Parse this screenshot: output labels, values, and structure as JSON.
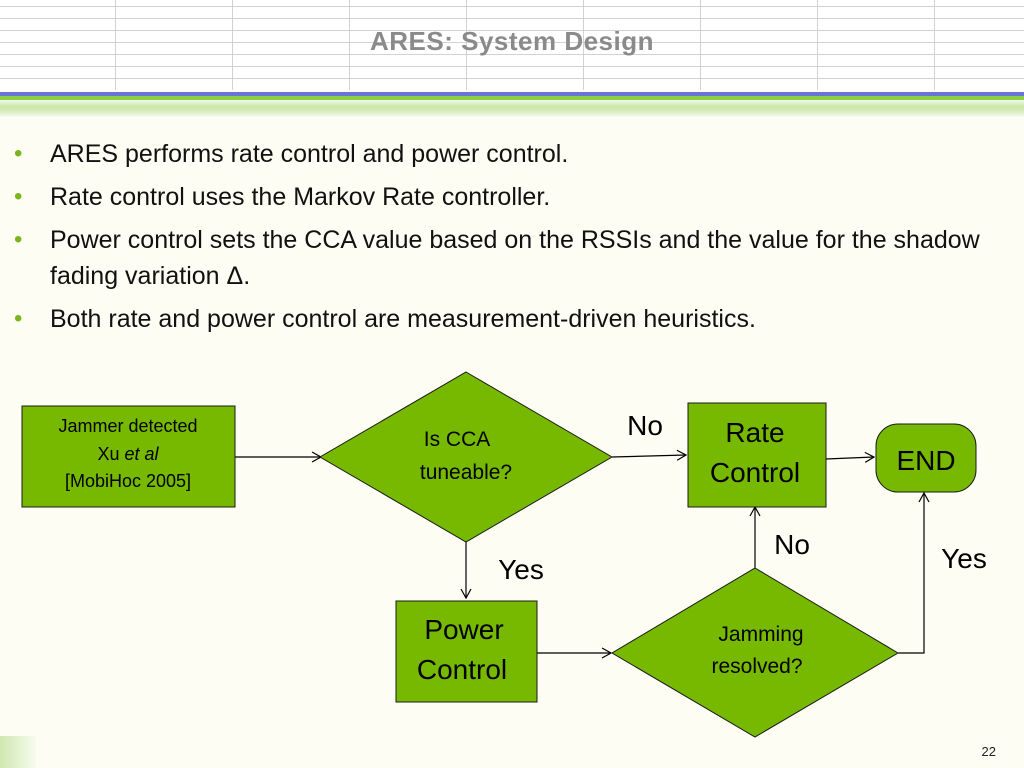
{
  "title": "ARES: System Design",
  "bullets": [
    "ARES performs rate control and power control.",
    "Rate control uses the Markov Rate controller.",
    "Power control sets the CCA value based on the RSSIs and the value for the shadow fading variation Δ.",
    "Both rate and power control are measurement-driven heuristics."
  ],
  "flowchart": {
    "jammer": {
      "line1": "Jammer detected",
      "line2_plain": "Xu ",
      "line2_italic": "et al",
      "line3": "[MobiHoc 2005]"
    },
    "is_cca": {
      "line1": "Is CCA",
      "line2": "tuneable?"
    },
    "rate_control": {
      "line1": "Rate",
      "line2": "Control"
    },
    "end": "END",
    "power_control": {
      "line1": "Power",
      "line2": "Control"
    },
    "jamming_resolved": {
      "line1": "Jamming",
      "line2": "resolved?"
    },
    "edge_labels": {
      "no_top": "No",
      "no_bottom": "No",
      "yes_left": "Yes",
      "yes_right": "Yes"
    }
  },
  "colors": {
    "node_fill": "#76b900",
    "title": "#8a8a8a",
    "bullet": "#7ab51d",
    "rule": "#6a73d8"
  },
  "page_number": "22"
}
